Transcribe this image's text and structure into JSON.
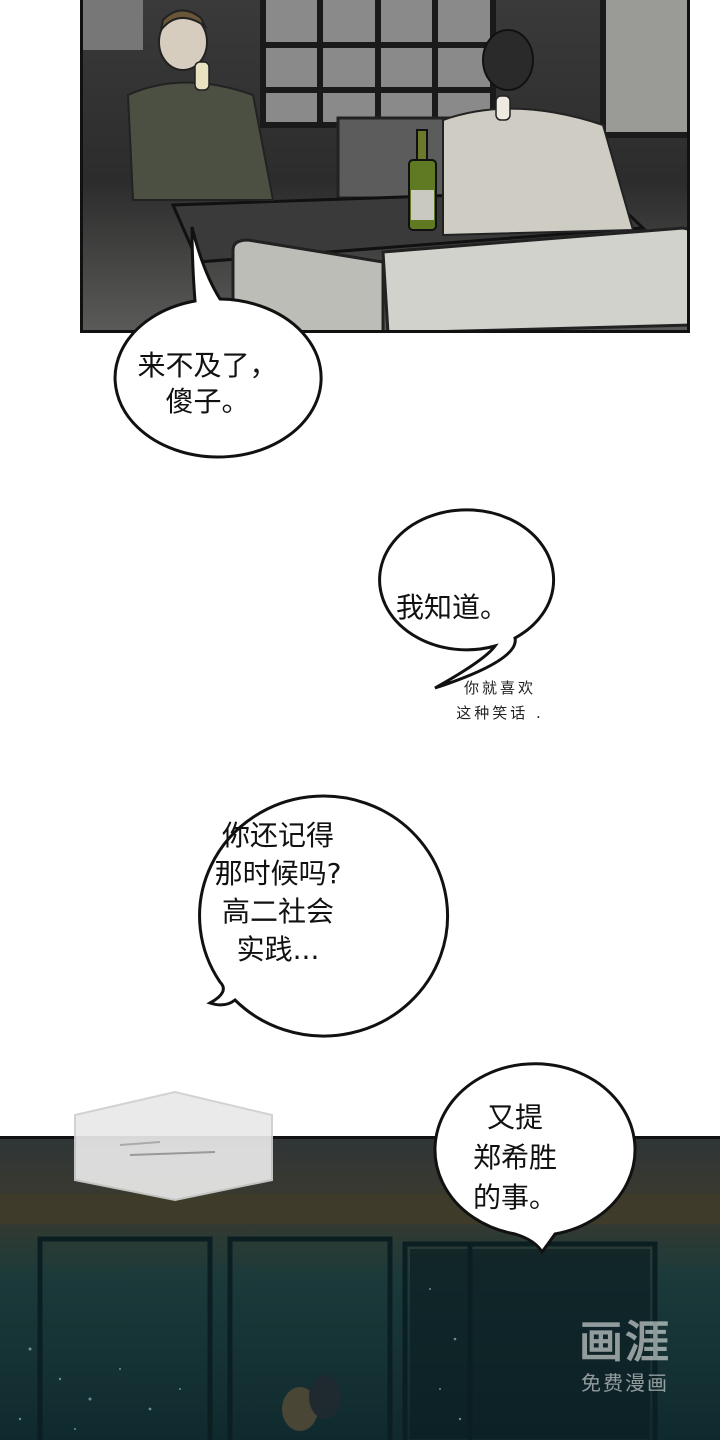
{
  "bubbles": [
    {
      "id": "b1",
      "text": "来不及了，\n傻子。"
    },
    {
      "id": "b2",
      "text": "我知道。"
    },
    {
      "id": "b3",
      "text": "你还记得\n那时候吗?\n高二社会\n实践..."
    },
    {
      "id": "b4",
      "text": "又提\n郑希胜\n的事。"
    }
  ],
  "aside": {
    "text": "你就喜欢\n这种笑话 ."
  },
  "watermark": {
    "logo": "画涯",
    "subtitle": "免费漫画"
  },
  "colors": {
    "ink": "#111111",
    "paper": "#ffffff"
  }
}
